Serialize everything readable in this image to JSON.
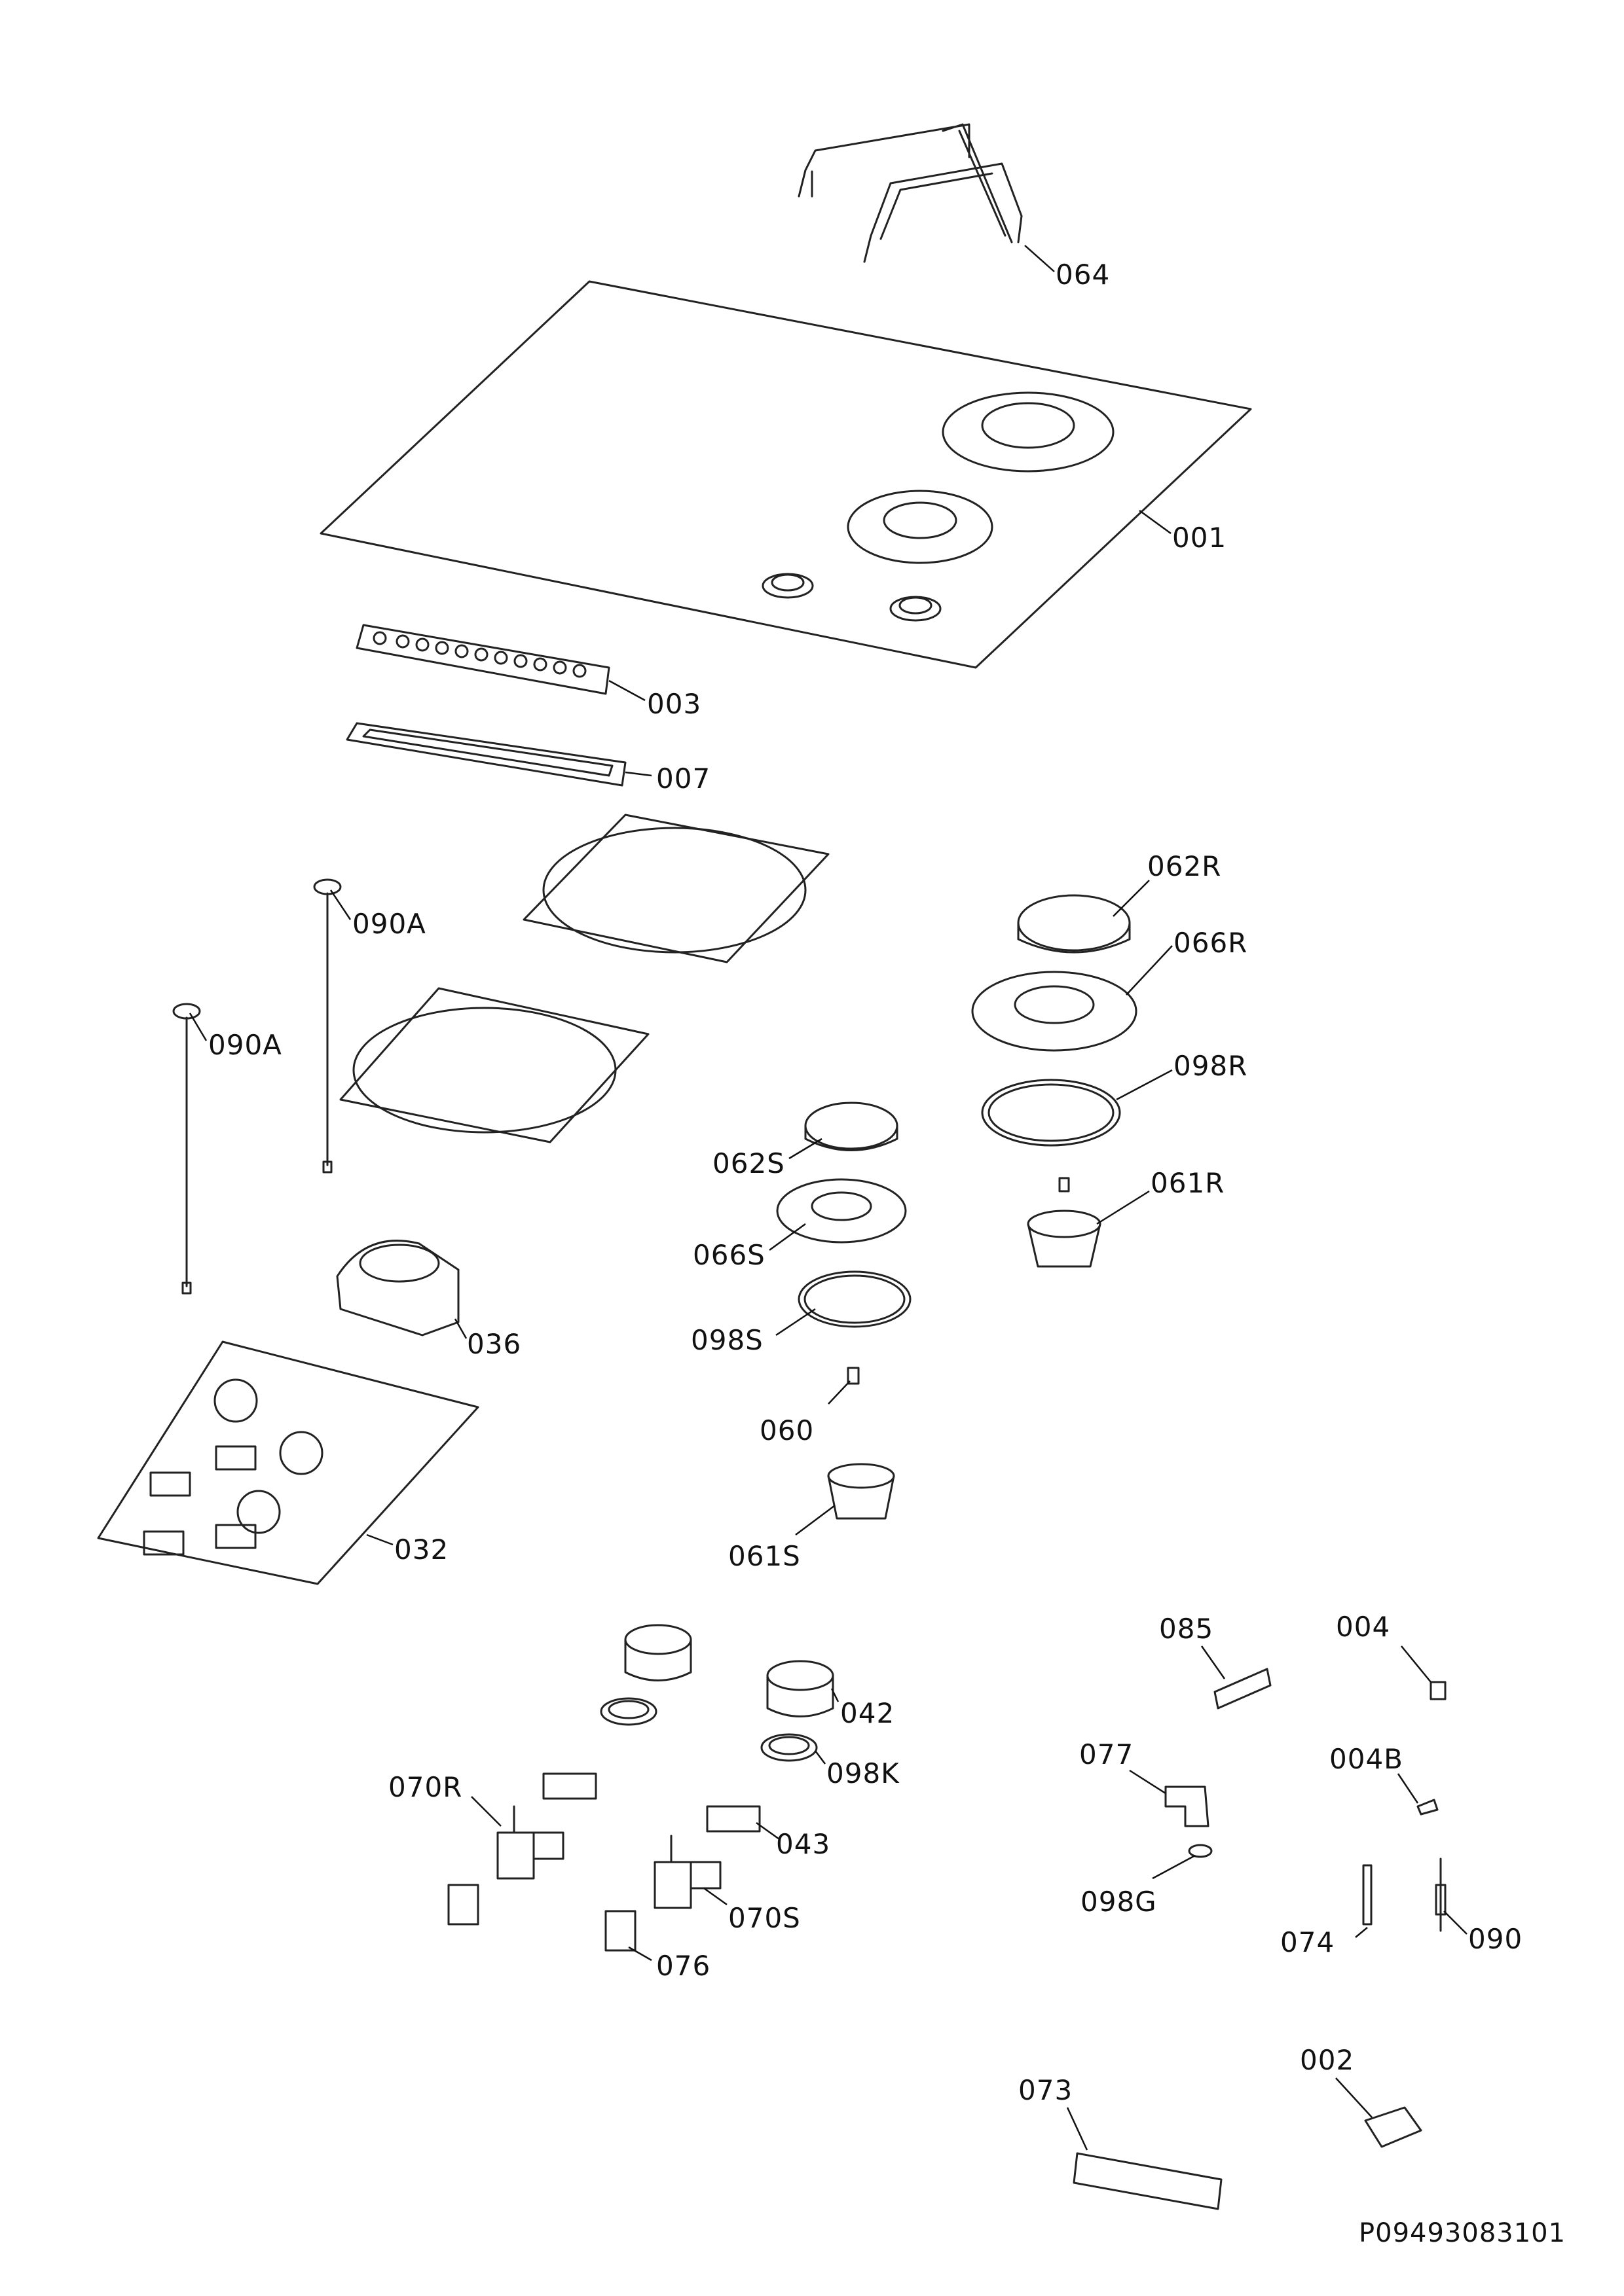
{
  "parts": [
    {
      "id": "064"
    },
    {
      "id": "001"
    },
    {
      "id": "003"
    },
    {
      "id": "007"
    },
    {
      "id": "090A"
    },
    {
      "id": "090A"
    },
    {
      "id": "036"
    },
    {
      "id": "032"
    },
    {
      "id": "062R"
    },
    {
      "id": "066R"
    },
    {
      "id": "098R"
    },
    {
      "id": "061R"
    },
    {
      "id": "062S"
    },
    {
      "id": "066S"
    },
    {
      "id": "098S"
    },
    {
      "id": "060"
    },
    {
      "id": "061S"
    },
    {
      "id": "042"
    },
    {
      "id": "098K"
    },
    {
      "id": "043"
    },
    {
      "id": "070R"
    },
    {
      "id": "070S"
    },
    {
      "id": "076"
    },
    {
      "id": "085"
    },
    {
      "id": "004"
    },
    {
      "id": "077"
    },
    {
      "id": "004B"
    },
    {
      "id": "098G"
    },
    {
      "id": "074"
    },
    {
      "id": "090"
    },
    {
      "id": "073"
    },
    {
      "id": "002"
    }
  ],
  "document_number": "P09493083101"
}
